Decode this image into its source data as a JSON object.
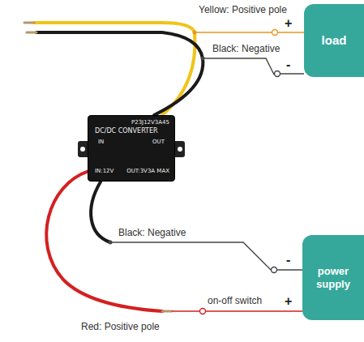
{
  "diagram": {
    "nodes": [
      {
        "text": [
          "load"
        ]
      },
      {
        "text": [
          "P23J12V3A45",
          "DC/DC CONVERTER",
          "IN",
          "OUT",
          "IN:12V",
          "OUT:3V3A MAX"
        ]
      },
      {
        "text": [
          "power supply"
        ]
      }
    ],
    "edges": [
      {
        "from": 1,
        "to": 0,
        "arrow": "none",
        "label": "Yellow: Positive pole"
      },
      {
        "from": 1,
        "to": 0,
        "arrow": "none",
        "label": "Black: Negative"
      },
      {
        "from": 1,
        "to": 2,
        "arrow": "none",
        "label": "Black: Negative"
      },
      {
        "from": 1,
        "to": 2,
        "arrow": "none",
        "label": "Red: Positive pole"
      }
    ],
    "labels": [
      "+",
      "-",
      "-",
      "on-off switch",
      "+"
    ]
  }
}
